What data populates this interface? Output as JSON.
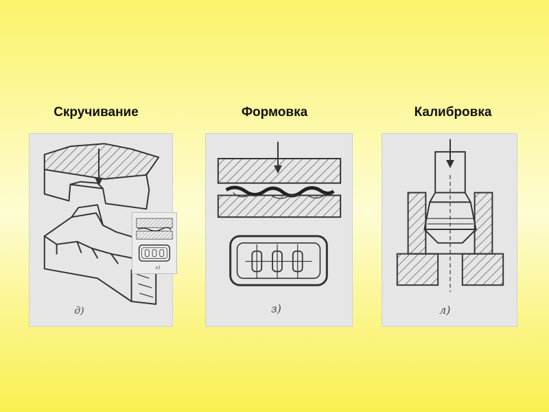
{
  "captions": {
    "twisting": "Скручивание",
    "forming": "Формовка",
    "calibration": "Калибровка"
  },
  "figure_marks": {
    "twisting": "д)",
    "forming": "з)",
    "calibration": "л)",
    "inset": "з)"
  },
  "colors": {
    "background_top": "#fbf36a",
    "background_mid": "#fdfcd2",
    "panel": "#e6e6e6",
    "ink": "#333333"
  }
}
